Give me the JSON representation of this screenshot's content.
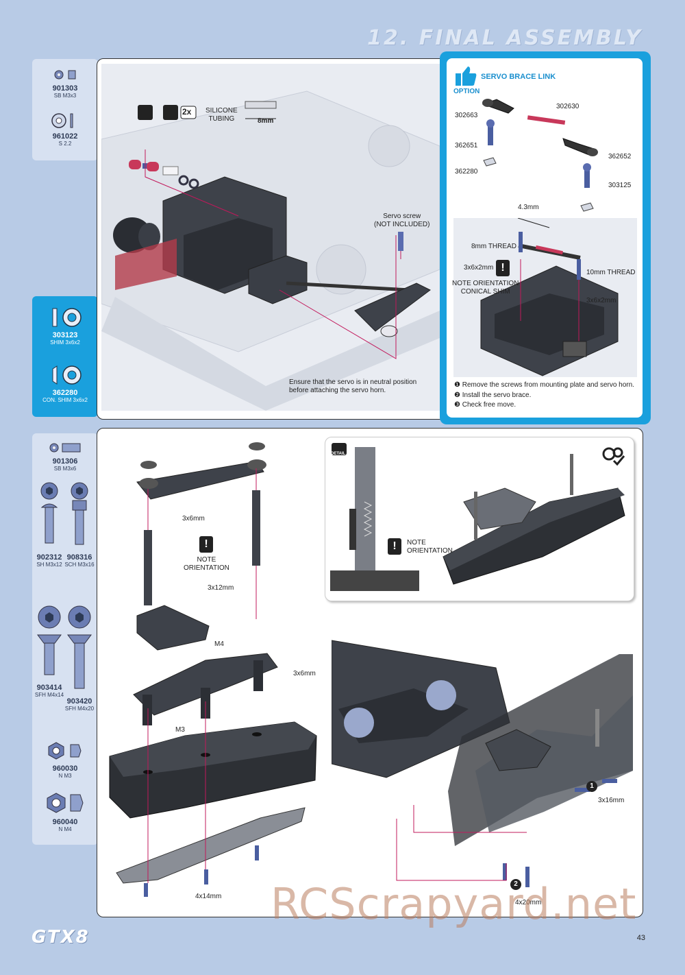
{
  "header": {
    "title": "12. FINAL ASSEMBLY"
  },
  "parts_top": [
    {
      "num": "901303",
      "name": "SB M3x3"
    },
    {
      "num": "961022",
      "name": "S 2.2"
    }
  ],
  "parts_mid": [
    {
      "num": "303123",
      "name": "SHIM 3x6x2"
    },
    {
      "num": "362280",
      "name": "CON. SHIM 3x6x2"
    }
  ],
  "parts_bottom": [
    {
      "num": "901306",
      "name": "SB M3x6"
    },
    {
      "num": "902312",
      "name": "SH M3x12"
    },
    {
      "num": "908316",
      "name": "SCH M3x16"
    },
    {
      "num": "903414",
      "name": "SFH M4x14"
    },
    {
      "num": "903420",
      "name": "SFH M4x20"
    },
    {
      "num": "960030",
      "name": "N M3"
    },
    {
      "num": "960040",
      "name": "N M4"
    }
  ],
  "step1": {
    "silicone_tubing": "SILICONE\nTUBING",
    "multiplier": "2x",
    "length": "8mm",
    "servo_screw": "Servo screw\n(NOT INCLUDED)",
    "note": "Ensure that the servo is in neutral position\nbefore attaching the servo horn."
  },
  "option": {
    "badge": "OPTION",
    "title": "SERVO BRACE LINK",
    "parts": [
      "302663",
      "302630",
      "362651",
      "362280",
      "362652",
      "303125"
    ],
    "dim": "4.3mm",
    "thread8": "8mm THREAD",
    "thread10": "10mm THREAD",
    "shim1": "3x6x2mm",
    "shim2": "3x6x2mm",
    "orientation": "NOTE ORIENTATION\nCONICAL SHIM",
    "steps": [
      "❶ Remove the screws from mounting plate and servo horn.",
      "❷ Install the servo brace.",
      "❸ Check free move."
    ]
  },
  "step2": {
    "screw_3x6_a": "3x6mm",
    "screw_3x12": "3x12mm",
    "screw_3x6_b": "3x6mm",
    "nut_m4": "M4",
    "nut_m3": "M3",
    "note_orientation": "NOTE\nORIENTATION",
    "screw_4x14": "4x14mm",
    "detail_label": "DETAIL",
    "detail_note": "NOTE\nORIENTATION",
    "screw_3x16": "3x16mm",
    "screw_4x20": "4x20mm",
    "step1_marker": "1",
    "step2_marker": "2"
  },
  "footer": {
    "logo": "GTX8",
    "page": "43",
    "watermark": "RCScrapyard.net"
  }
}
